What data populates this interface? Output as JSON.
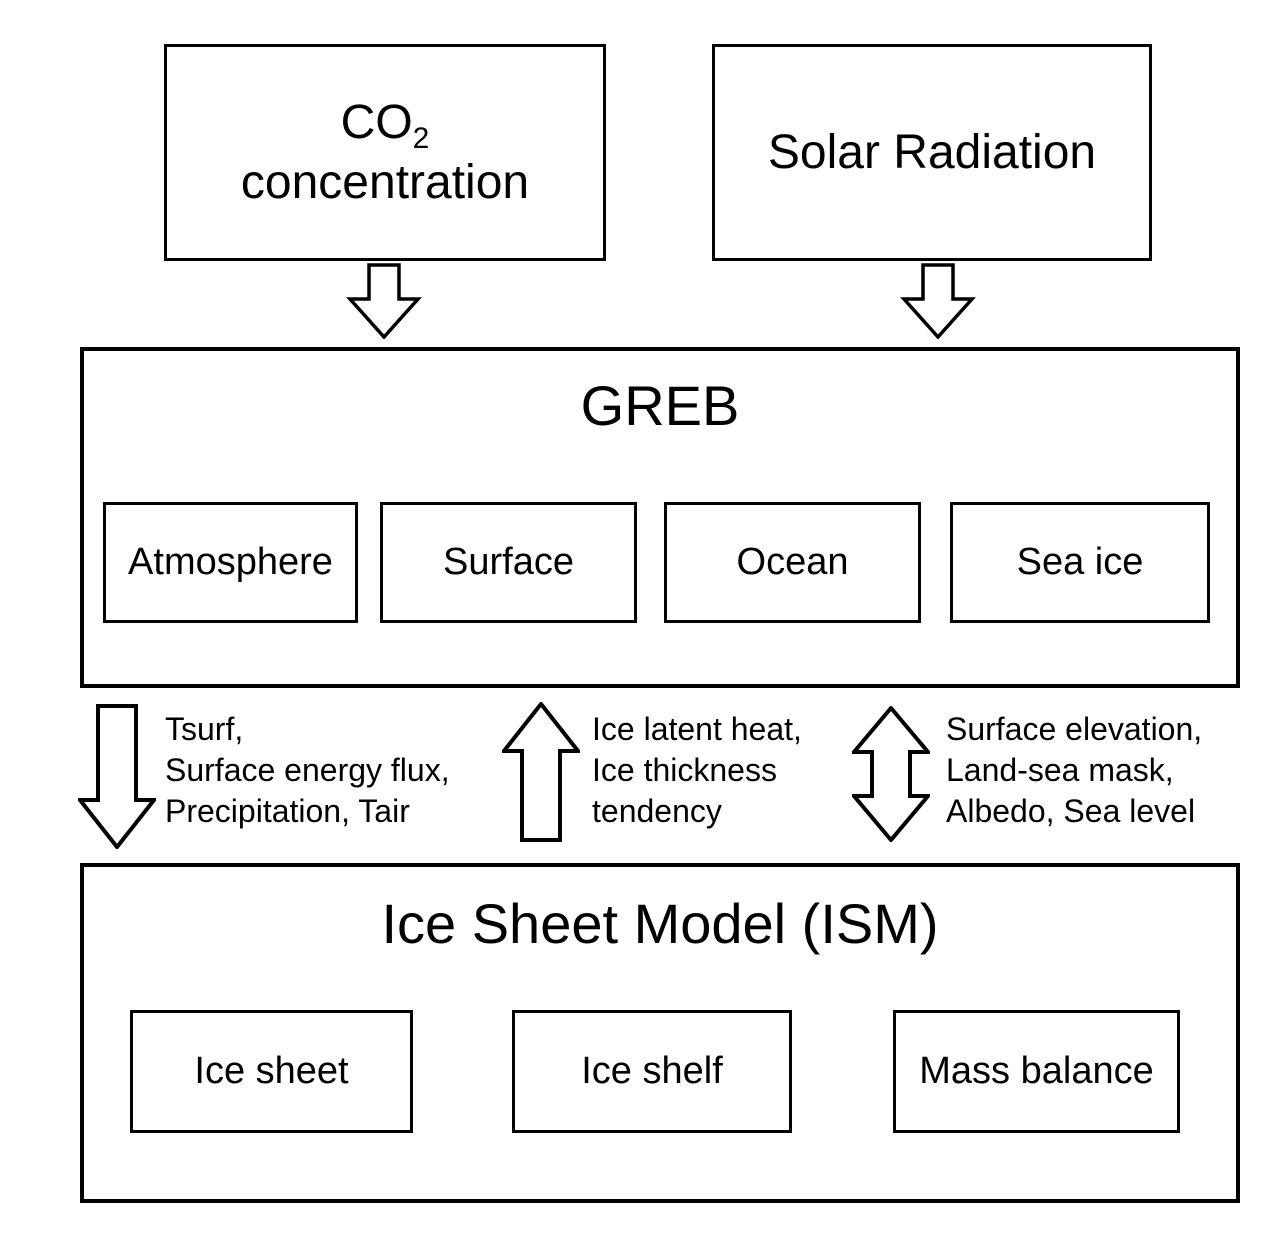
{
  "diagram": {
    "colors": {
      "background": "#ffffff",
      "line": "#000000",
      "text": "#000000"
    },
    "inputs": [
      {
        "id": "co2-concentration",
        "label_main": "CO",
        "label_sub": "2",
        "label_line2": "concentration"
      },
      {
        "id": "solar-radiation",
        "label": "Solar Radiation"
      }
    ],
    "greb": {
      "title": "GREB",
      "components": [
        {
          "label": "Atmosphere"
        },
        {
          "label": "Surface"
        },
        {
          "label": "Ocean"
        },
        {
          "label": "Sea ice"
        }
      ]
    },
    "flows": [
      {
        "direction": "down",
        "lines": [
          "Tsurf,",
          "Surface energy flux,",
          "Precipitation, Tair"
        ]
      },
      {
        "direction": "up",
        "lines": [
          "Ice latent heat,",
          "Ice thickness",
          "tendency"
        ]
      },
      {
        "direction": "both",
        "lines": [
          "Surface elevation,",
          "Land-sea mask,",
          "Albedo, Sea level"
        ]
      }
    ],
    "ism": {
      "title": "Ice Sheet Model (ISM)",
      "components": [
        {
          "label": "Ice sheet"
        },
        {
          "label": "Ice shelf"
        },
        {
          "label": "Mass balance"
        }
      ]
    }
  }
}
